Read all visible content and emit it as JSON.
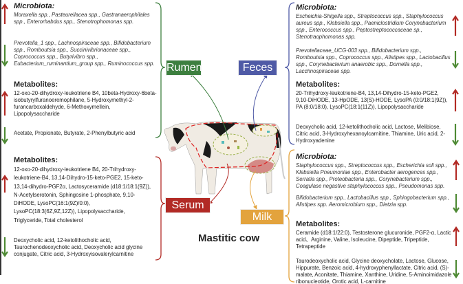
{
  "colors": {
    "rumen": "#3d7f3f",
    "feces": "#4f5aa6",
    "serum": "#b22a25",
    "milk": "#e3a33d",
    "up": "#b22a25",
    "down": "#4e8a34"
  },
  "title": "Mastitic cow",
  "rumen": {
    "label": "Rumen",
    "microbiota_heading": "Microbiota:",
    "micro_up": "Moraxella spp., Pasteurellacea spp., Gastranaerophilales spp., Enterorhabdus spp., Stenotrophomonas spp.",
    "micro_down": "Prevotella_1 spp., Lachnospiraceae spp., Bifidobacterium spp., Romboutsia spp., Succinivibrionaceae spp., Coprococcus spp., Butyrivibro spp., Eubacterium_ruminantium_group spp., Ruminococcus spp.",
    "metabolites_heading": "Metabolites:",
    "met_up": "12-oxo-20-dihydroxy-leukotriene B4, 10beta-Hydroxy-6beta-isobutyrylfuranoeremophilane, 5-Hydroxymethyl-2-furancarboxaldehyde, 6-Methoxymellein, Lipopolysaccharide",
    "met_down": "Acetate, Propionate, Butyrate, 2-Phenylbutyric acid"
  },
  "serum": {
    "label": "Serum",
    "metabolites_heading": "Metabolites:",
    "met_up": "12-oxo-20-dihydroxy-leukotriene B4, 20-Trihydroxy-leukotriene-B4, 13,14-Dihydro-15-keto-PGE2, 15-keto-13,14-dihydro-PGF2α, Lactosyceramide (d18:1/18:1(9Z)), N-Acetylserotonin, Sphingosine 1-phosphate, 9,10-DiHODE, LysoPC(16:1(9Z)/0:0), LysoPC(18:3(6Z,9Z,12Z)), Lipopolysaccharide, Triglyceride, Total cholesterol",
    "met_down": "Deoxycholic acid, 12-ketolithocholic acid, Taurochenodeoxycholic acid, Deoxycholic acid glycine conjugate, Citric acid, 3-Hydroxyisovalerylcarnitine"
  },
  "feces": {
    "label": "Feces",
    "microbiota_heading": "Microbiota:",
    "micro_up": "Escheichia-Shigella spp., Streptococcus spp., Staphylococcus aureus spp., Klebsiella spp., Paeniclostridium Corynebacterium spp., Enterococcus spp., Peptostreptococcaceae sp., Stenotraophomonas spp.",
    "micro_down": "Prevotellaceae_UCG-003 spp., Bifidobacterium spp., Romboutsia spp., Coprococcus spp., Alistipes spp., Lactobacillus spp., Corynebacterium anaerobic spp., Dornella spp., Lacchnospiraceae spp.",
    "metabolites_heading": "Metabolites:",
    "met_up": "20-Trihydroxy-leukotriene-B4, 13,14-Dihydro-15-keto-PGE2, 9,10-DiHODE, 13-HpODE, 13(S)-HODE, LysoPA (0:0/18:1(9Z)), PA (8:0/18:0), LysoPC(18:1(11Z)), Lipopolysaccharide",
    "met_down": "Deoxycholic acid, 12-ketolithocholic acid, Lactose, Melibiose, Citric acid, 3-Hydroxyhexanoylcarnitine, Thiamine, Uric acid, 2-Hydroxyadenine"
  },
  "milk": {
    "label": "Milk",
    "microbiota_heading": "Microbiota:",
    "micro_up": "Staphylococcus spp., Streptococcus spp., Escherichia soli spp., Klebsiella Pneumoniae spp., Enterobacter aerogences spp., Serratia spp., Proteobacteria spp., Corynebacterium spp., Coagulase negastive staphylococcus spp., Pseudomonas spp.",
    "micro_down": "Bifidobacterium spp., Lactobacillus spp., Sphingobacterium spp., Alistipes spp. Aeromicrobium spp., Dietzia spp.",
    "metabolites_heading": "Metabolites:",
    "met_up": "Ceramide (d18:1/22:0), Testosterone glucuronide, PGF2-α, Lactic acid、Arginine, Valine, Isoleucine, Dipeptide, Tripeptide, Tetrapeptide",
    "met_down": "Taurodeoxycholic acid, Glycine deoxycholate, Lactose, Glucose, Hippurate, Benzoic acid, 4-hydroxyphenyllactate, Citric acid, (S)-malate, Aconitate, Thiamine, Xanthine, Uridine, 5-Aminoimidazole ribonucleotide, Orotic acid, L-carnitine"
  }
}
